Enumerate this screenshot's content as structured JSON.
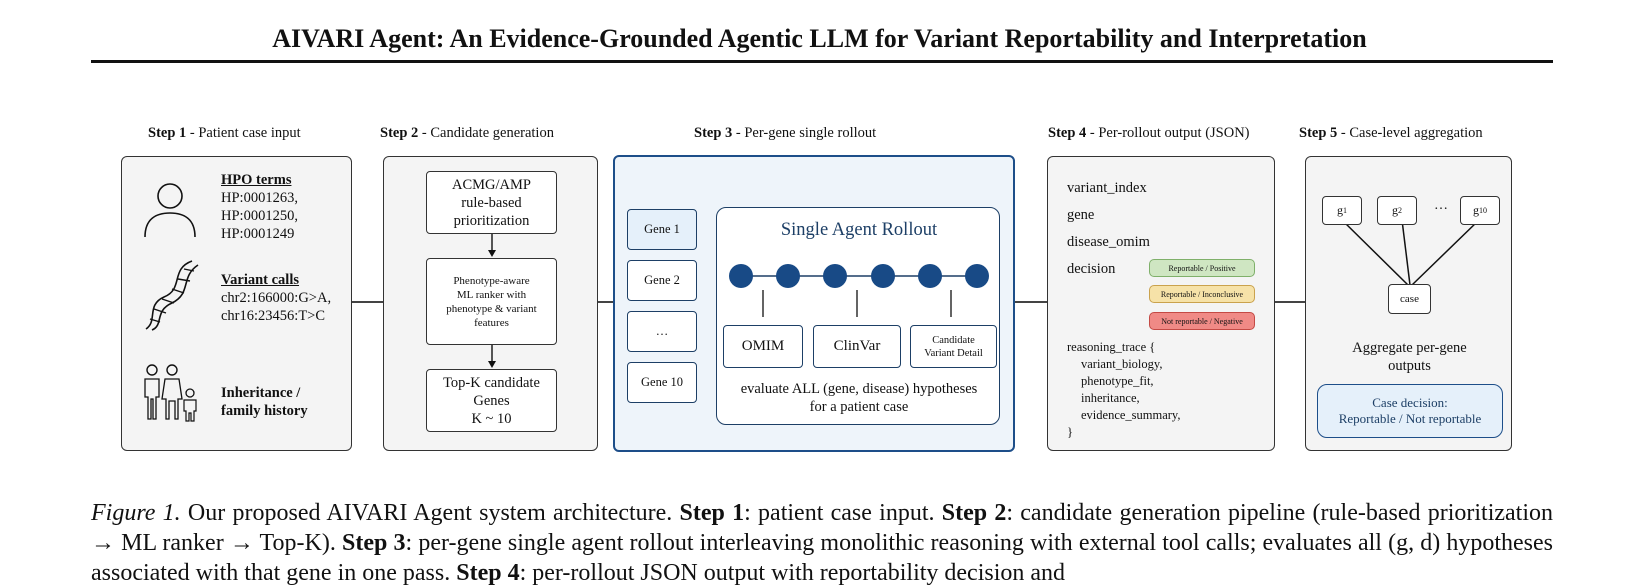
{
  "title": "AIVARI Agent: An Evidence-Grounded Agentic LLM for Variant Reportability and Interpretation",
  "steps": {
    "s1": {
      "num": "Step 1",
      "desc": " - Patient case input"
    },
    "s2": {
      "num": "Step 2",
      "desc": " - Candidate generation"
    },
    "s3": {
      "num": "Step 3",
      "desc": " - Per-gene single rollout"
    },
    "s4": {
      "num": "Step 4",
      "desc": " - Per-rollout output (JSON)"
    },
    "s5": {
      "num": "Step 5",
      "desc": " - Case-level aggregation"
    }
  },
  "step1": {
    "hpo_heading": "HPO terms",
    "hpo_lines": [
      "HP:0001263,",
      "HP:0001250,",
      "HP:0001249"
    ],
    "variant_heading": "Variant calls",
    "variant_lines": [
      "chr2:166000:G>A,",
      "chr16:23456:T>C"
    ],
    "inheritance_lines": [
      "Inheritance /",
      "family history"
    ]
  },
  "step2": {
    "box1": [
      "ACMG/AMP",
      "rule-based",
      "prioritization"
    ],
    "box2": [
      "Phenotype-aware",
      "ML ranker with",
      "phenotype & variant",
      "features"
    ],
    "box3": [
      "Top-K candidate",
      "Genes",
      "K ~ 10"
    ]
  },
  "step3": {
    "genes": [
      "Gene 1",
      "Gene 2",
      "…",
      "Gene 10"
    ],
    "rollout_title": "Single Agent Rollout",
    "tools": [
      "OMIM",
      "ClinVar"
    ],
    "tool3": [
      "Candidate",
      "Variant Detail"
    ],
    "footer": [
      "evaluate ALL (gene, disease) hypotheses",
      "for a patient case"
    ]
  },
  "step4": {
    "fields": [
      "variant_index",
      "gene",
      "disease_omim",
      "decision"
    ],
    "pills": [
      "Reportable / Positive",
      "Reportable / Inconclusive",
      "Not reportable / Negative"
    ],
    "trace_lines": [
      "reasoning_trace {",
      "variant_biology,",
      "phenotype_fit,",
      "inheritance,",
      "evidence_summary,",
      "}"
    ]
  },
  "step5": {
    "g1": {
      "base": "g",
      "sub": "1"
    },
    "g2": {
      "base": "g",
      "sub": "2"
    },
    "gdots": "…",
    "g10": {
      "base": "g",
      "sub": "10"
    },
    "case": "case",
    "aggregate": [
      "Aggregate per-gene",
      "outputs"
    ],
    "decision": [
      "Case decision:",
      "Reportable / Not reportable"
    ]
  },
  "caption": {
    "fig": "Figure 1.",
    "t1": " Our proposed AIVARI Agent system architecture. ",
    "b1": "Step 1",
    "t2": ": patient case input. ",
    "b2": "Step 2",
    "t3": ": candidate generation pipeline (rule-based prioritization → ML ranker → Top-K). ",
    "b3": "Step 3",
    "t4": ": per-gene single agent rollout interleaving monolithic reasoning with external tool calls; evaluates all (g, d) hypotheses associated with that gene in one pass. ",
    "b4": "Step 4",
    "t5": ": per-rollout JSON output with reportability decision and"
  },
  "colors": {
    "accent_blue": "#1d4e89",
    "pill_positive": "#cfe6c2",
    "pill_inconclusive": "#f6e2a8",
    "pill_negative": "#f08a86"
  }
}
